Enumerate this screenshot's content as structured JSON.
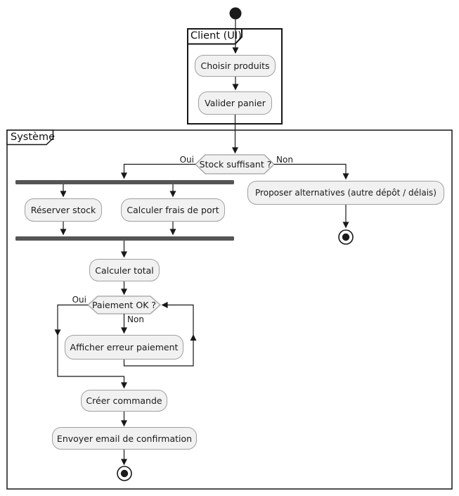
{
  "colors": {
    "background": "#ffffff",
    "node_fill": "#f1f1f1",
    "node_border": "#a0a0a0",
    "line": "#181818",
    "sync_bar": "#555555"
  },
  "partitions": {
    "client": "Client (UI)",
    "system": "Système"
  },
  "activities": {
    "choisir_produits": "Choisir produits",
    "valider_panier": "Valider panier",
    "reserver_stock": "Réserver stock",
    "calculer_frais_de_port": "Calculer frais de port",
    "proposer_alternatives": "Proposer alternatives (autre dépôt / délais)",
    "calculer_total": "Calculer total",
    "afficher_erreur_paiement": "Afficher erreur paiement",
    "creer_commande": "Créer commande",
    "envoyer_email": "Envoyer email de confirmation"
  },
  "decisions": {
    "stock": {
      "label": "Stock suffisant ?",
      "oui": "Oui",
      "non": "Non"
    },
    "paiement": {
      "label": "Paiement OK ?",
      "oui": "Oui",
      "non": "Non"
    }
  }
}
